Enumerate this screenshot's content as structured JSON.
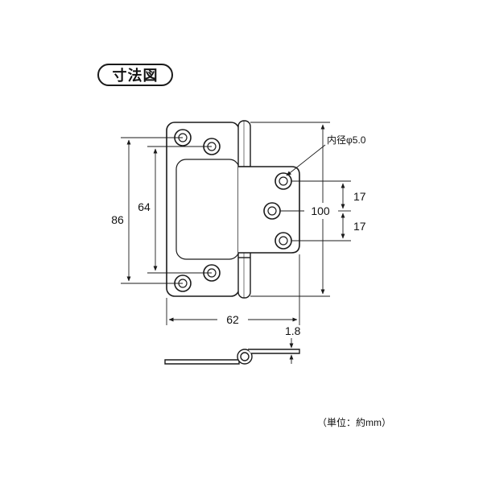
{
  "title": "寸法図",
  "dimensions": {
    "overall_height": "86",
    "hole_pitch": "64",
    "width": "62",
    "length": "100",
    "hole_spacing_top": "17",
    "hole_spacing_bottom": "17",
    "thickness": "1.8",
    "hole_diameter": "内径φ5.0"
  },
  "footer_note": "（単位：約mm）",
  "colors": {
    "line": "#1a1a1a",
    "hinge_fill": "#ffffff"
  }
}
